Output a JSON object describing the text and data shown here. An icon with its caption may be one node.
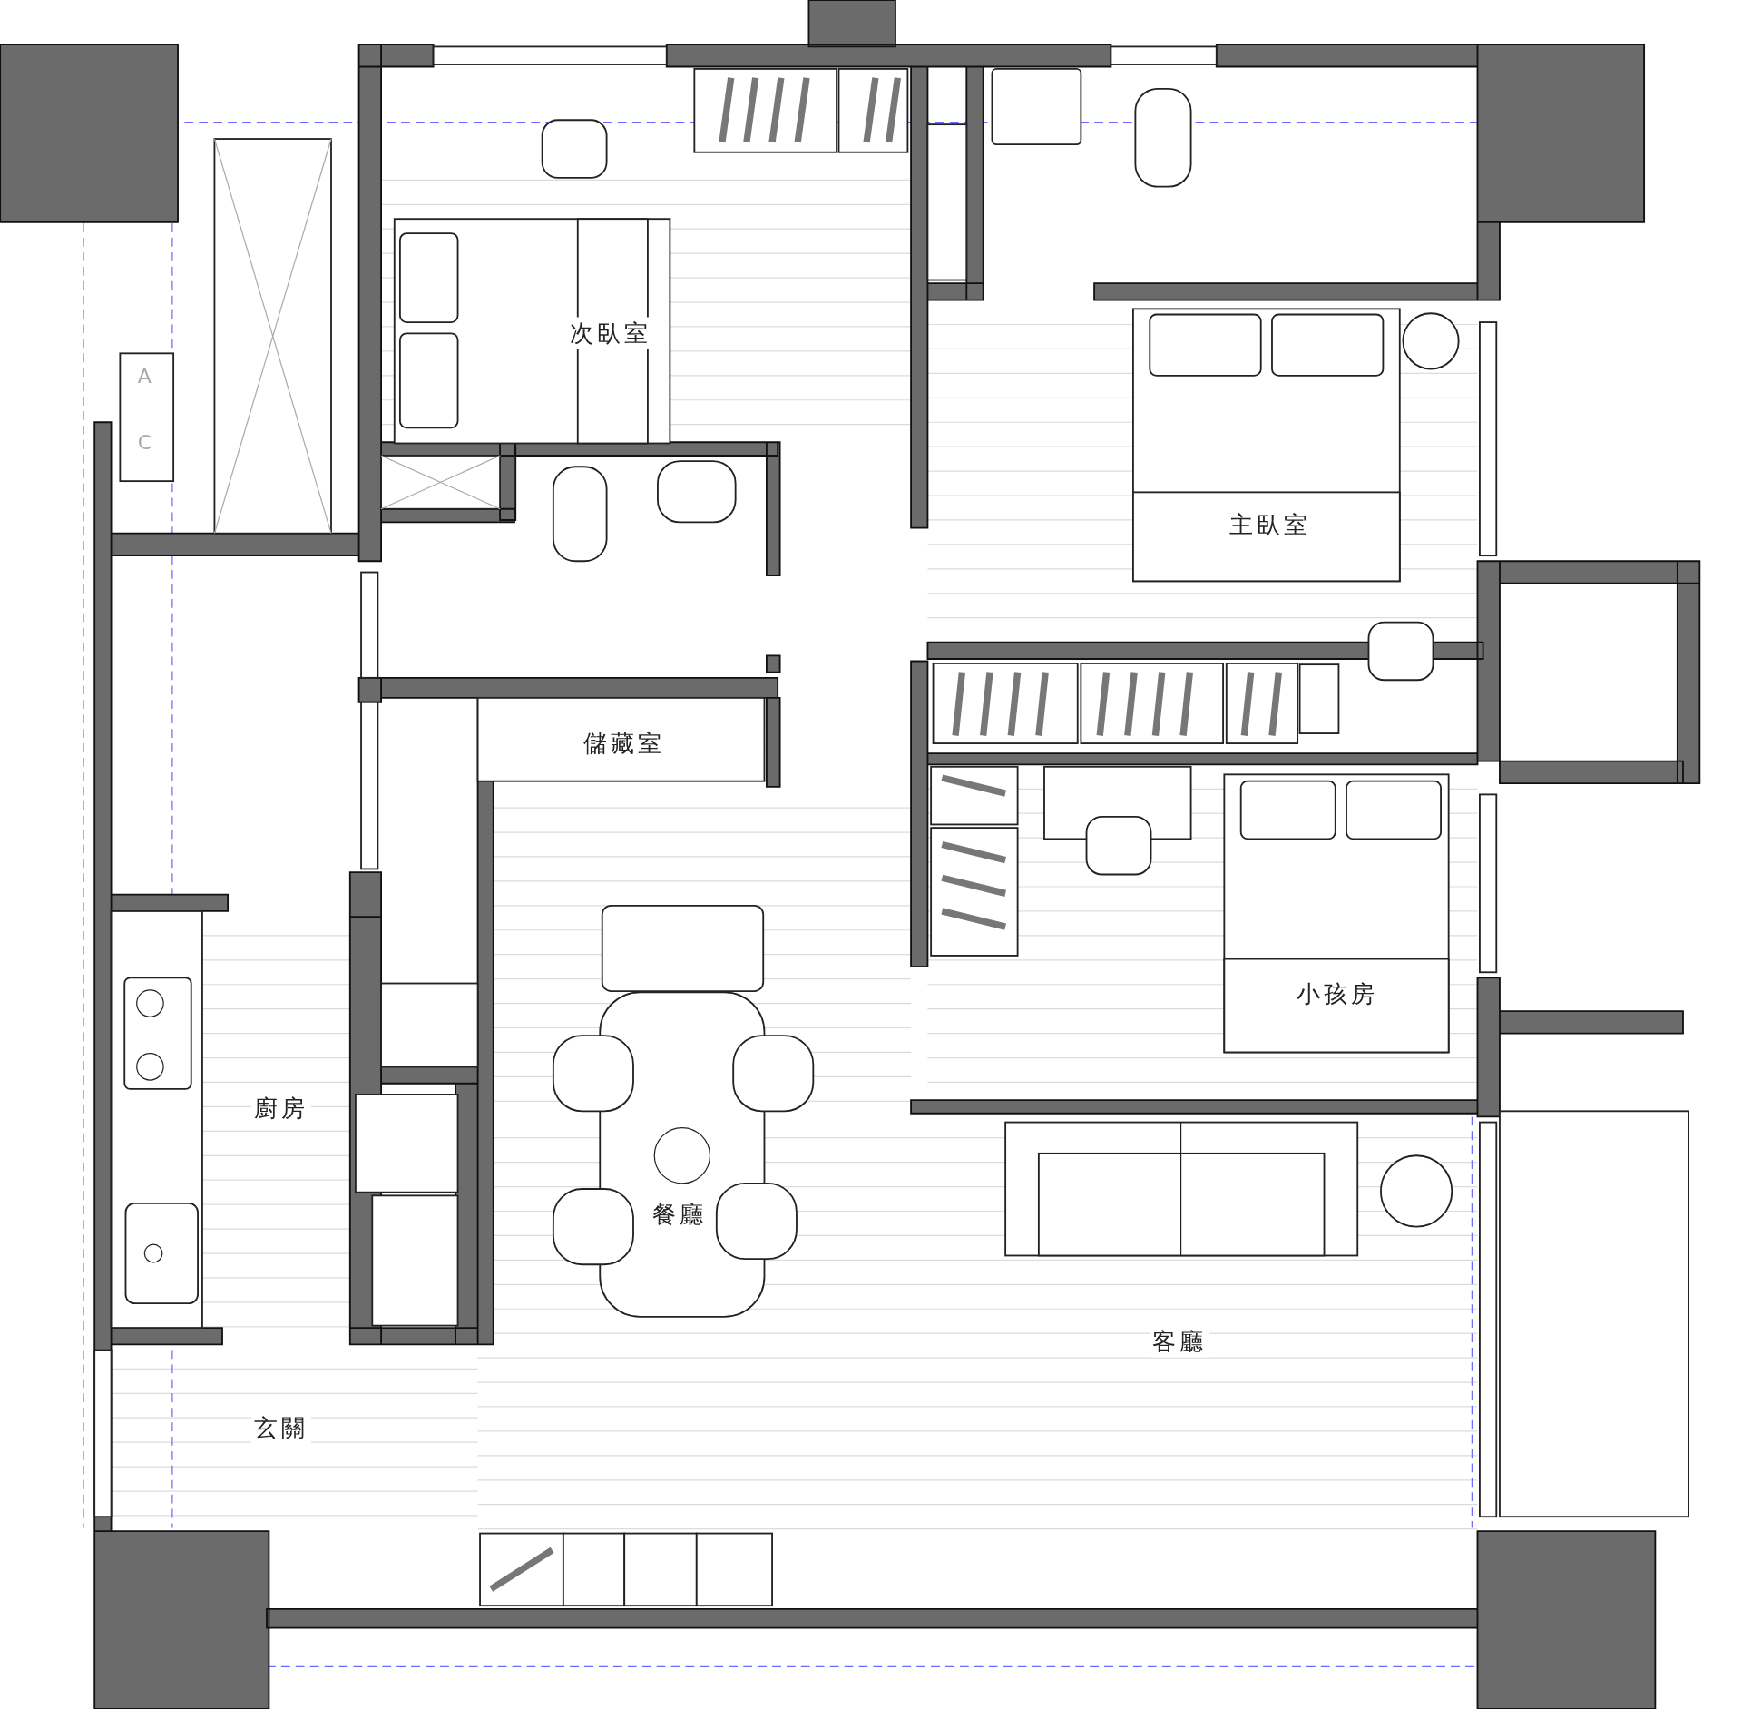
{
  "diagram": {
    "nodes": [
      {
        "text": [
          "次臥室"
        ]
      },
      {
        "text": [
          "主臥室"
        ]
      },
      {
        "text": [
          "儲藏室"
        ]
      },
      {
        "text": [
          "廚房"
        ]
      },
      {
        "text": [
          "餐廳"
        ]
      },
      {
        "text": [
          "小孩房"
        ]
      },
      {
        "text": [
          "客廳"
        ]
      },
      {
        "text": [
          "玄關"
        ]
      }
    ],
    "labels": [
      "A",
      "C"
    ]
  }
}
